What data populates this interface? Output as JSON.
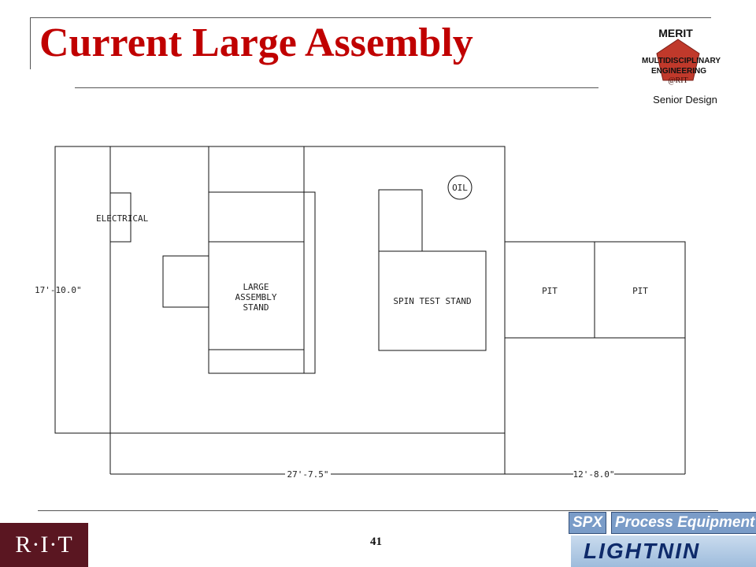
{
  "slide": {
    "title": "Current Large Assembly",
    "page_number": "41"
  },
  "merit_logo": {
    "top": "MERIT",
    "line1": "MULTIDISCIPLINARY",
    "line2": "ENGINEERING",
    "line3": "@RIT",
    "bottom": "Senior Design",
    "pentagon_color": "#c0392b"
  },
  "diagram": {
    "labels": {
      "electrical": "ELECTRICAL",
      "large_assembly_1": "LARGE",
      "large_assembly_2": "ASSEMBLY",
      "large_assembly_3": "STAND",
      "spin_test_stand": "SPIN TEST STAND",
      "oil": "OIL",
      "pit_left": "PIT",
      "pit_right": "PIT"
    },
    "dimensions": {
      "height": "17'-10.0\"",
      "width_main": "27'-7.5\"",
      "width_right": "12'-8.0\""
    }
  },
  "footer_logos": {
    "rit": "R·I·T",
    "spx": "SPX",
    "process_equipment": "Process Equipment",
    "lightnin": "LIGHTNIN",
    "rit_color": "#5a1621",
    "spx_color": "#7a9cc8",
    "lightnin_color": "#0e2a6a"
  }
}
